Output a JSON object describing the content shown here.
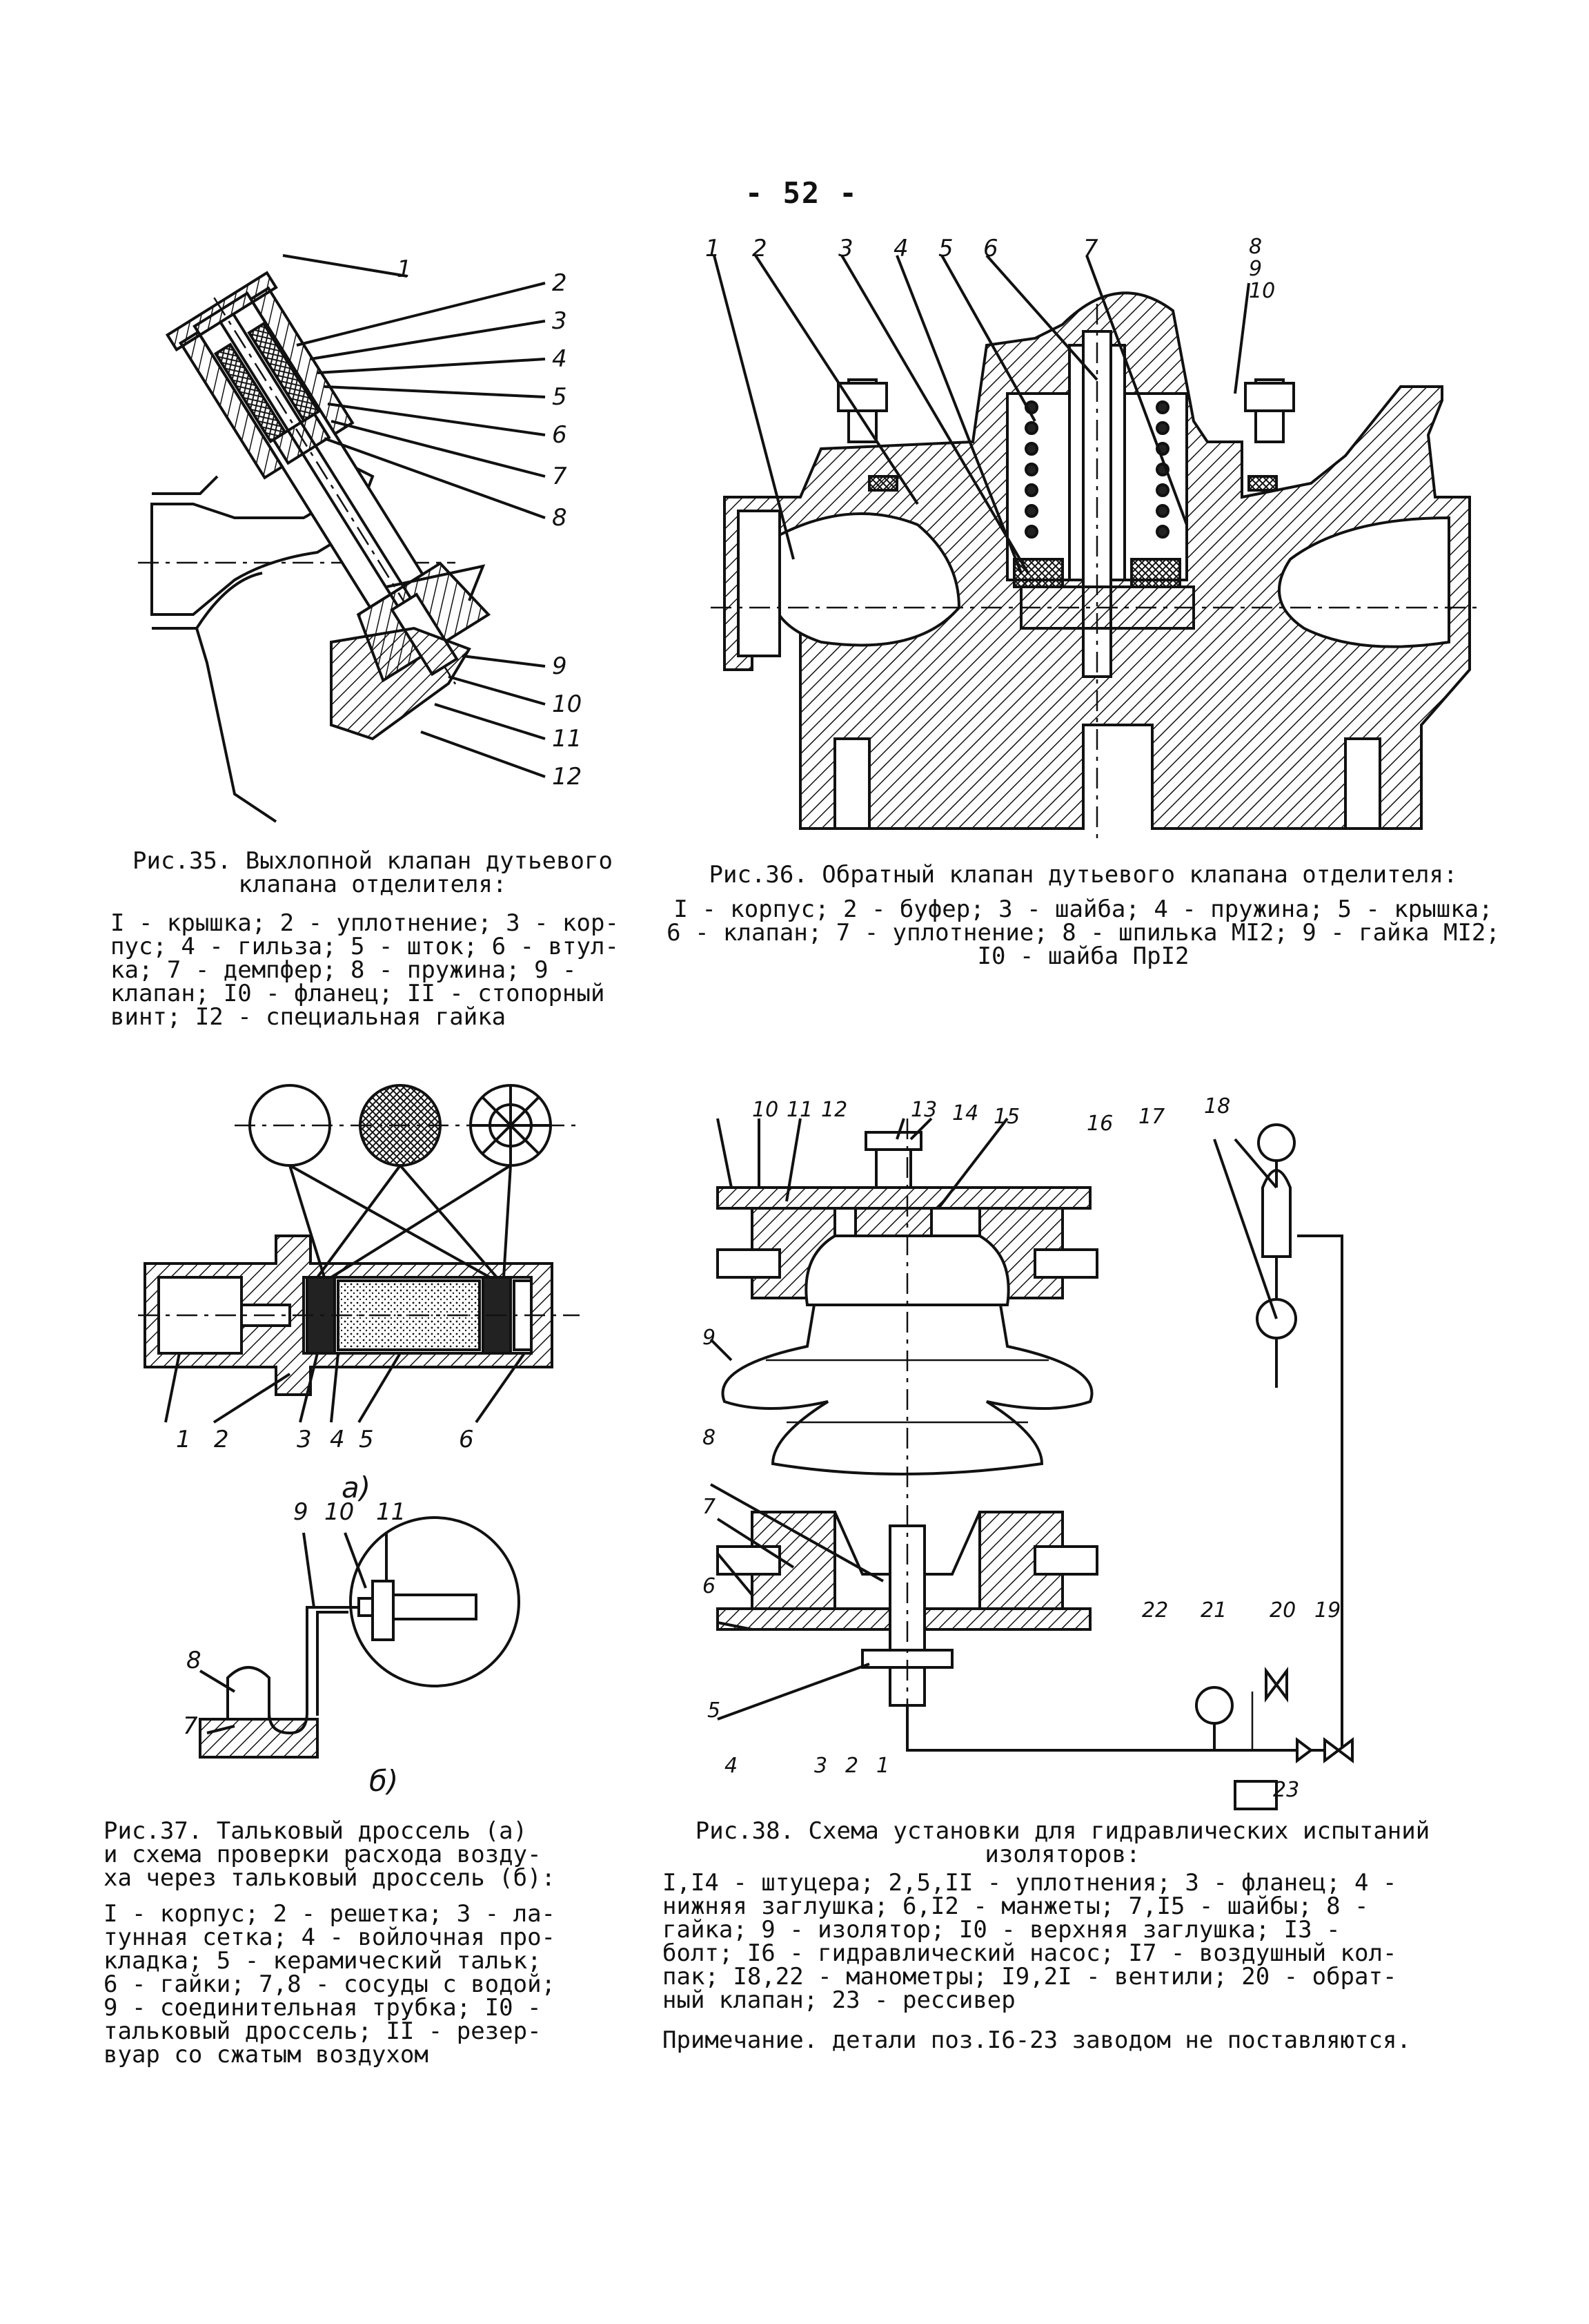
{
  "page_number": "- 52 -",
  "fig35": {
    "labels": [
      "1",
      "2",
      "3",
      "4",
      "5",
      "6",
      "7",
      "8",
      "9",
      "10",
      "11",
      "12"
    ],
    "caption": "Рис.35. Выхлопной клапан дутьевого\nклапана отделителя:",
    "legend": "I - крышка; 2 - уплотнение; 3 - кор-\nпус; 4 - гильза; 5 - шток; 6 - втул-\nка; 7 - демпфер; 8 - пружина; 9 -\nклапан; I0 - фланец; II - стопорный\nвинт; I2 - специальная гайка"
  },
  "fig36": {
    "labels": [
      "1",
      "2",
      "3",
      "4",
      "5",
      "6",
      "7",
      "8",
      "9",
      "10"
    ],
    "caption": "Рис.36. Обратный клапан дутьевого клапана отделителя:",
    "legend": "I - корпус; 2 - буфер; 3 - шайба; 4 - пружина; 5 - крышка;\n6 - клапан; 7 - уплотнение; 8 - шпилька MI2; 9 - гайка MI2;\nI0 - шайба ПрI2"
  },
  "fig37": {
    "labels_a": [
      "1",
      "2",
      "3",
      "4",
      "5",
      "6"
    ],
    "labels_b": [
      "7",
      "8",
      "9",
      "10",
      "11"
    ],
    "sub_a": "a)",
    "sub_b": "б)",
    "caption": "Рис.37. Тальковый дроссель (a)\nи схема проверки расхода возду-\nха через тальковый дроссель (б):",
    "legend": "I - корпус; 2 - решетка; 3 - ла-\nтунная сетка; 4 - войлочная про-\nкладка; 5 - керамический тальк;\n6 - гайки; 7,8 - сосуды с водой;\n9 - соединительная трубка; I0 -\nтальковый дроссель; II - резер-\nвуар со сжатым воздухом"
  },
  "fig38": {
    "labels": [
      "1",
      "2",
      "3",
      "4",
      "5",
      "6",
      "7",
      "8",
      "9",
      "10",
      "11",
      "12",
      "13",
      "14",
      "15",
      "16",
      "17",
      "18",
      "19",
      "20",
      "21",
      "22",
      "23"
    ],
    "caption": "Рис.38. Схема установки для гидравлических испытаний\nизоляторов:",
    "legend": "I,I4 - штуцера; 2,5,II - уплотнения; 3 - фланец; 4 -\nнижняя заглушка; 6,I2 - манжеты; 7,I5 - шайбы; 8 -\nгайка; 9 - изолятор; I0 - верхняя заглушка; I3 -\nболт; I6 - гидравлический насос; I7 - воздушный кол-\nпак; I8,22 - манометры; I9,2I - вентили; 20 - обрат-\nный клапан; 23 - рессивер",
    "note": "Примечание. детали поз.I6-23 заводом не поставляются."
  }
}
